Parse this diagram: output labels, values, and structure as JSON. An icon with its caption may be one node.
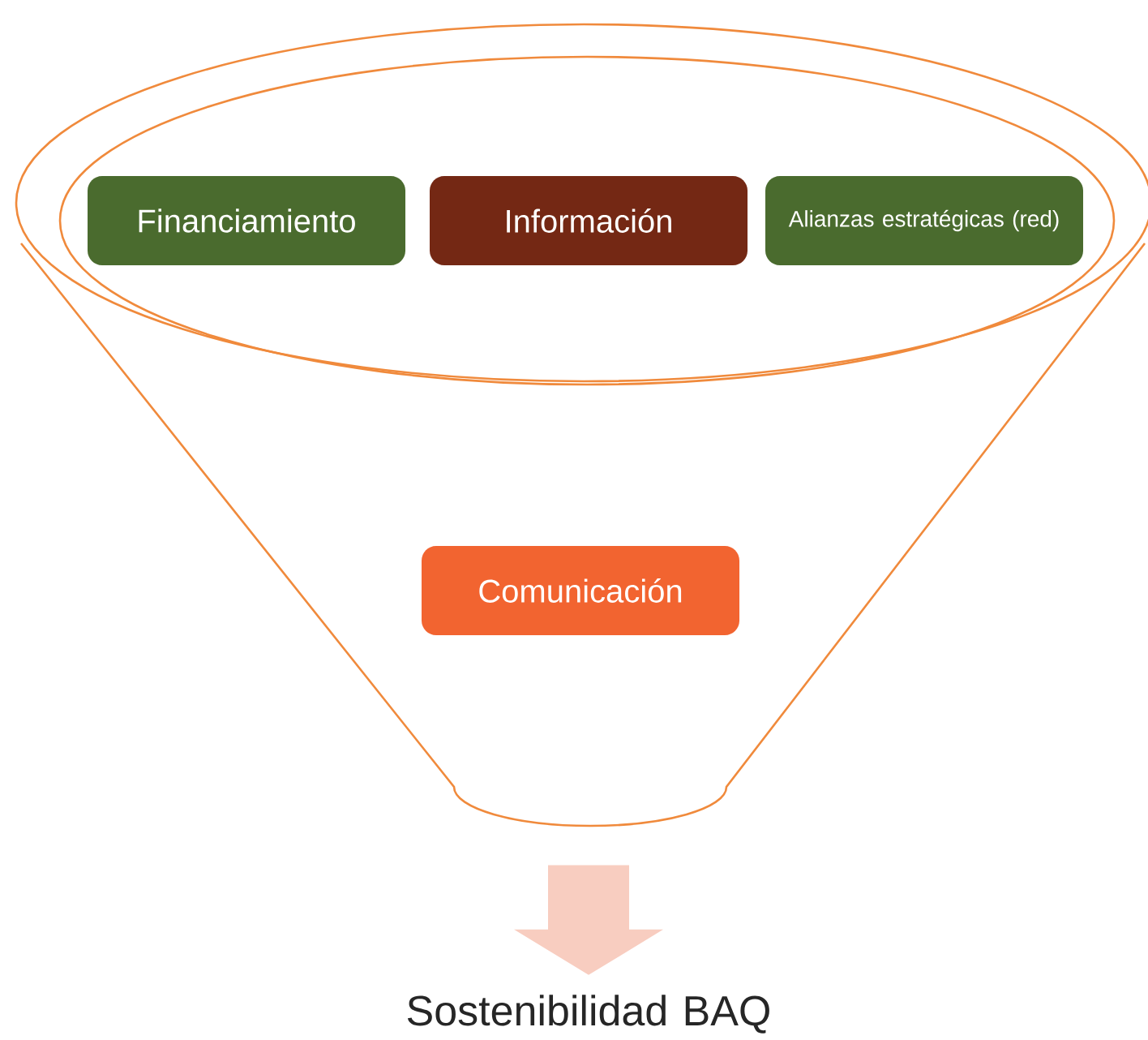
{
  "diagram": {
    "nodes": [
      {
        "text": [],
        "shape": "funnel"
      },
      {
        "text": [],
        "shape": "ellipse",
        "in": 0
      },
      {
        "text": [
          "Financiamiento"
        ],
        "in": 1
      },
      {
        "text": [
          "Información"
        ],
        "in": 1
      },
      {
        "text": [
          "Alianzas estratégicas (red)"
        ],
        "in": 1
      },
      {
        "text": [
          "Comunicación"
        ],
        "in": 0
      },
      {
        "text": [
          "Sostenibilidad BAQ"
        ]
      }
    ],
    "edges": [
      {
        "from": 0,
        "to": 6,
        "arrow": "to",
        "style": "thick",
        "color": "#f8cdc0"
      }
    ]
  }
}
